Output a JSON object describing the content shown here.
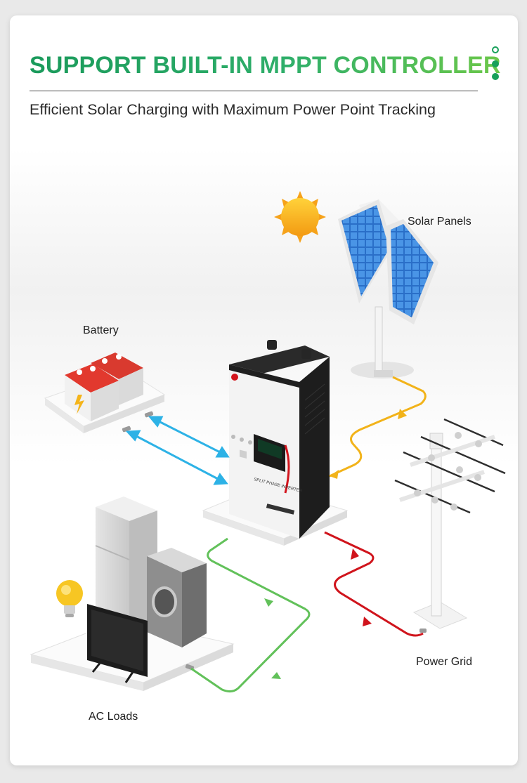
{
  "header": {
    "title": "SUPPORT BUILT-IN MPPT CONTROLLER",
    "subtitle": "Efficient Solar Charging with Maximum Power Point Tracking"
  },
  "diagram": {
    "labels": {
      "solar_panels": "Solar Panels",
      "battery": "Battery",
      "power_grid": "Power Grid",
      "ac_loads": "AC Loads"
    },
    "inverter_panel_text": "SPLIT PHASE INVERTER"
  },
  "colors": {
    "brand_green": "#1a9a5b",
    "solar_line": "#f2b31a",
    "battery_line": "#2db2e6",
    "grid_line": "#d0141c",
    "load_line": "#62c15a"
  }
}
